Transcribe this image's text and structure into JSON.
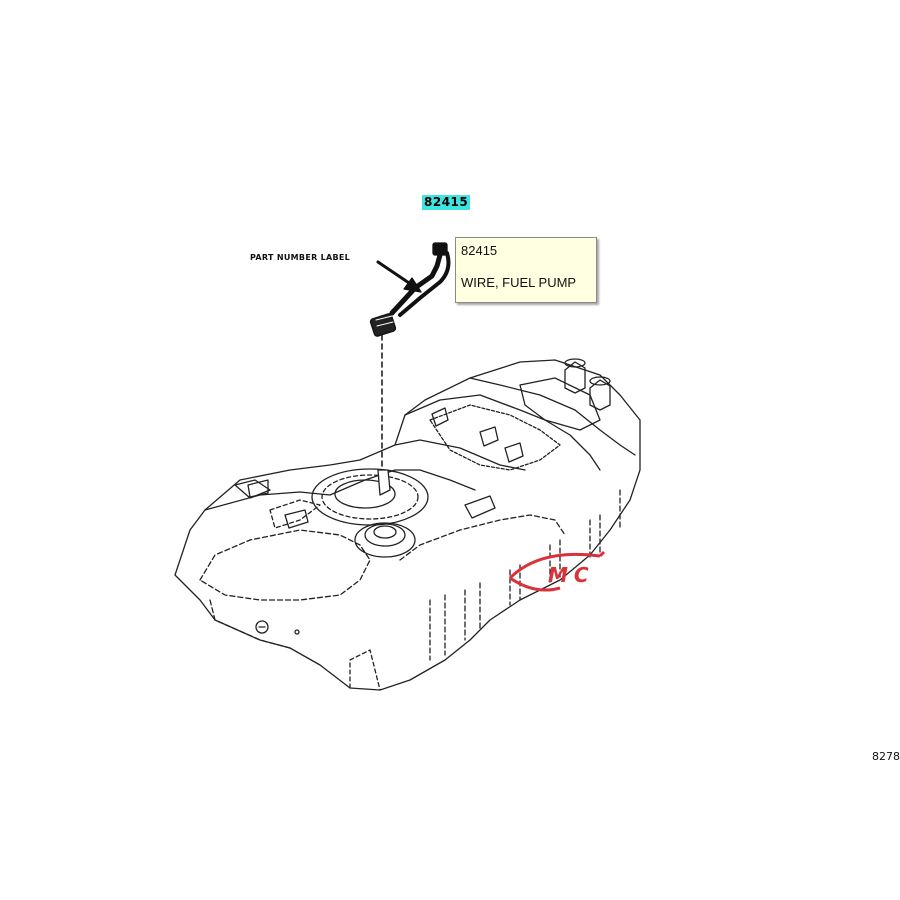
{
  "callout": {
    "part_number": "82415"
  },
  "label": {
    "text": "PART NUMBER LABEL"
  },
  "tooltip": {
    "part_number": "82415",
    "description": "WIRE, FUEL PUMP"
  },
  "reference": {
    "id": "8278"
  },
  "watermark": {
    "text": "MC"
  },
  "colors": {
    "highlight": "#3fe3e0",
    "tooltip_bg": "#ffffe1",
    "watermark": "#d8323a",
    "line": "#111111"
  }
}
